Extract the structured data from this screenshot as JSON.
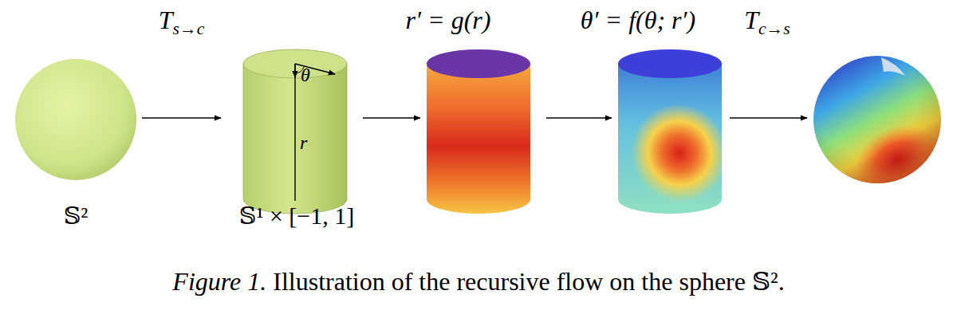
{
  "diagram": {
    "caption": "Figure 1. Illustration of the recursive flow on the sphere 𝕊².",
    "nodes": [
      {
        "text": [
          "𝕊²"
        ]
      },
      {
        "text": [
          "θ",
          "r",
          "𝕊¹ × [−1, 1]"
        ]
      }
    ],
    "edges": [
      {
        "from": 0,
        "to": 1,
        "arrow": "to",
        "label": "Ts→c"
      }
    ],
    "labels": [
      "r′ = g(r)",
      "θ′ = f(θ; r′)",
      "Tc→s"
    ]
  }
}
